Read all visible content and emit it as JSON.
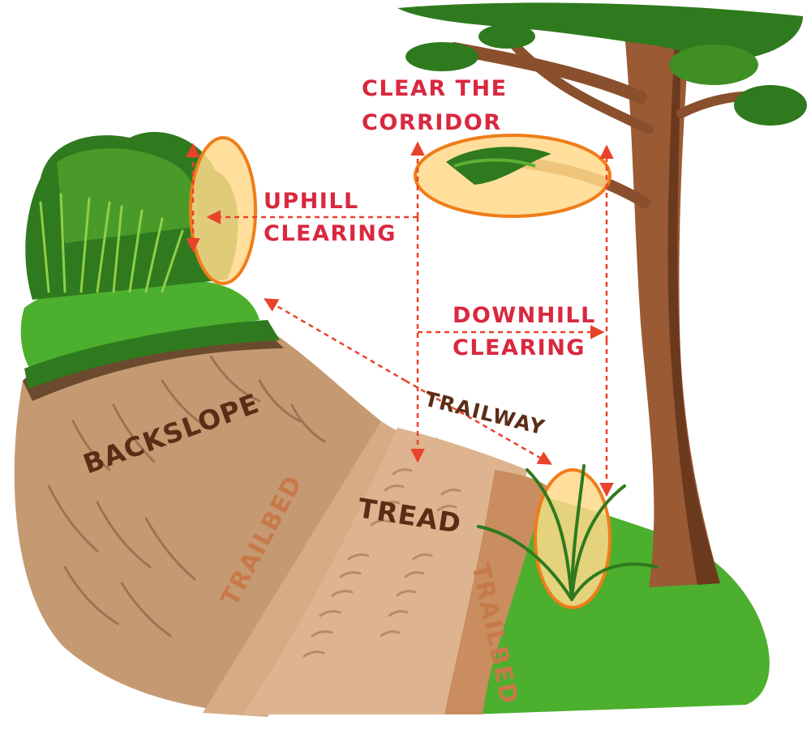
{
  "labels": {
    "clear_corridor_1": "CLEAR THE",
    "clear_corridor_2": "CORRIDOR",
    "uphill_1": "UPHILL",
    "uphill_2": "CLEARING",
    "downhill_1": "DOWNHILL",
    "downhill_2": "CLEARING",
    "trailway": "TRAILWAY",
    "backslope": "BACKSLOPE",
    "tread": "TREAD",
    "trailbed_left": "TRAILBED",
    "trailbed_right": "TRAILBED"
  },
  "colors": {
    "label_red": "#d9283f",
    "label_brown": "#5a2e16",
    "label_bed": "#c8794a",
    "arrow": "#e8432a",
    "highlight_fill": "#ffd98a",
    "highlight_stroke": "#f07d1a",
    "grass": "#4caf2e",
    "soil": "#c59a72",
    "tread": "#ddb48f",
    "trunk": "#9a5a34",
    "foliage": "#2f7a1e"
  }
}
